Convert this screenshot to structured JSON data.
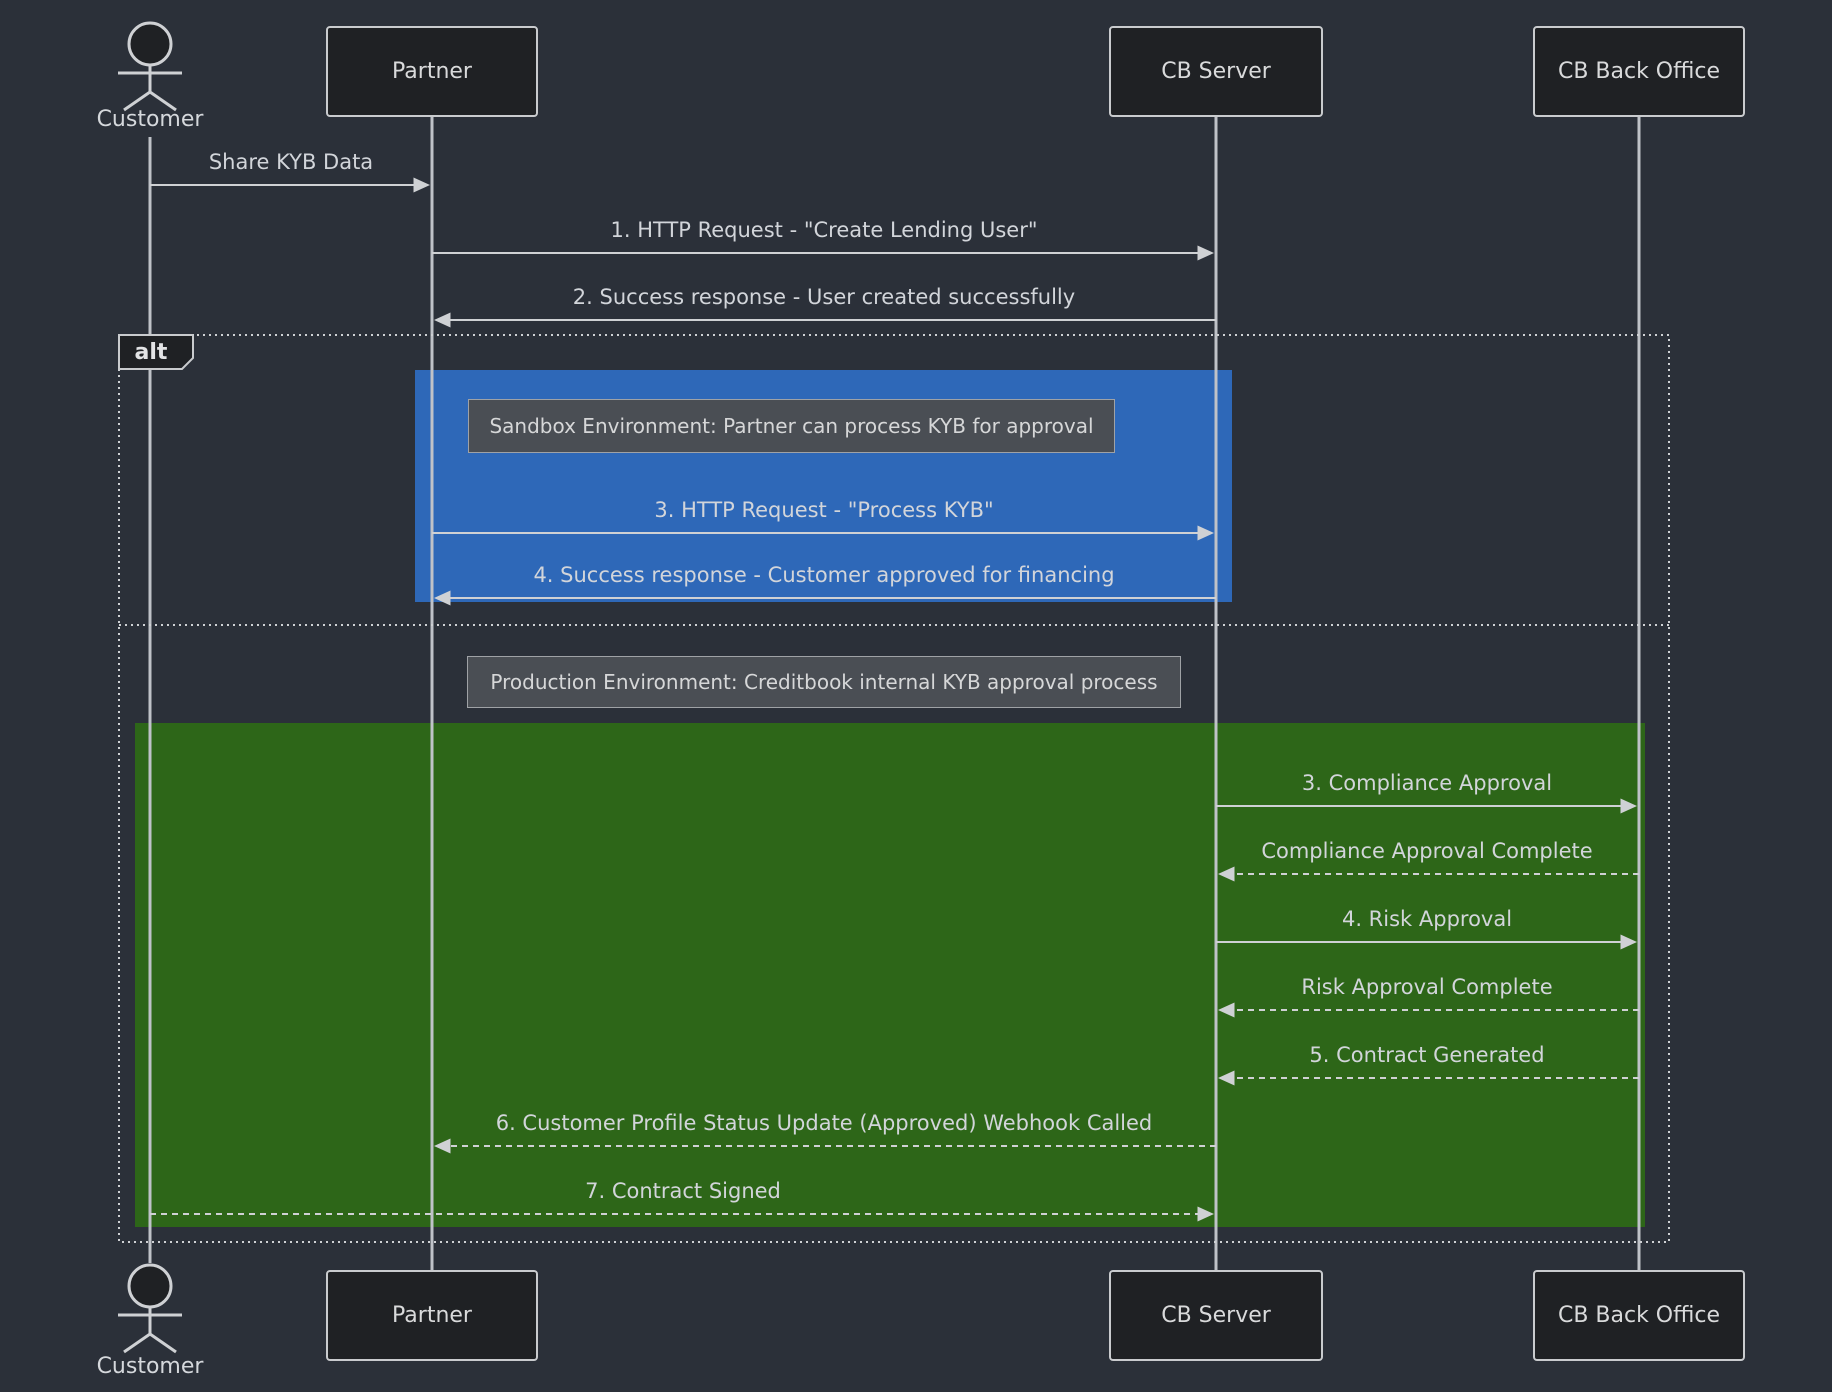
{
  "diagram_type": "sequence-diagram",
  "colors": {
    "bg": "#2b3039",
    "box_fill": "#1f2124",
    "box_border": "#c9cbce",
    "line": "#cfd1d4",
    "lifeline": "#bfc2c8",
    "text": "#d5d8dc",
    "blue_rect": "#2e68b8",
    "green_rect": "#2d6618",
    "note_fill": "#4a4e54",
    "note_border": "#9fa2a6"
  },
  "actors": {
    "customer": "Customer",
    "partner": "Partner",
    "cb_server": "CB Server",
    "cb_back_office": "CB Back Office"
  },
  "frame": {
    "label": "alt"
  },
  "notes": {
    "sandbox": "Sandbox Environment: Partner can process KYB for approval",
    "production": "Production Environment: Creditbook internal KYB approval process"
  },
  "messages": [
    {
      "from": "Customer",
      "to": "Partner",
      "text": "Share KYB Data",
      "style": "solid"
    },
    {
      "from": "Partner",
      "to": "CB Server",
      "text": "1. HTTP Request - \"Create Lending User\"",
      "style": "solid"
    },
    {
      "from": "CB Server",
      "to": "Partner",
      "text": "2. Success response - User created successfully",
      "style": "solid"
    },
    {
      "from": "Partner",
      "to": "CB Server",
      "text": "3. HTTP Request - \"Process KYB\"",
      "style": "solid"
    },
    {
      "from": "CB Server",
      "to": "Partner",
      "text": "4. Success response - Customer approved for financing",
      "style": "solid"
    },
    {
      "from": "CB Server",
      "to": "CB Back Office",
      "text": "3. Compliance Approval",
      "style": "solid"
    },
    {
      "from": "CB Back Office",
      "to": "CB Server",
      "text": "Compliance Approval Complete",
      "style": "dashed"
    },
    {
      "from": "CB Server",
      "to": "CB Back Office",
      "text": "4. Risk Approval",
      "style": "solid"
    },
    {
      "from": "CB Back Office",
      "to": "CB Server",
      "text": "Risk Approval Complete",
      "style": "dashed"
    },
    {
      "from": "CB Back Office",
      "to": "CB Server",
      "text": "5. Contract Generated",
      "style": "dashed"
    },
    {
      "from": "CB Server",
      "to": "Partner",
      "text": "6. Customer Profile Status Update (Approved) Webhook Called",
      "style": "dashed"
    },
    {
      "from": "Customer",
      "to": "CB Server",
      "text": "7. Contract Signed",
      "style": "dashed"
    }
  ]
}
